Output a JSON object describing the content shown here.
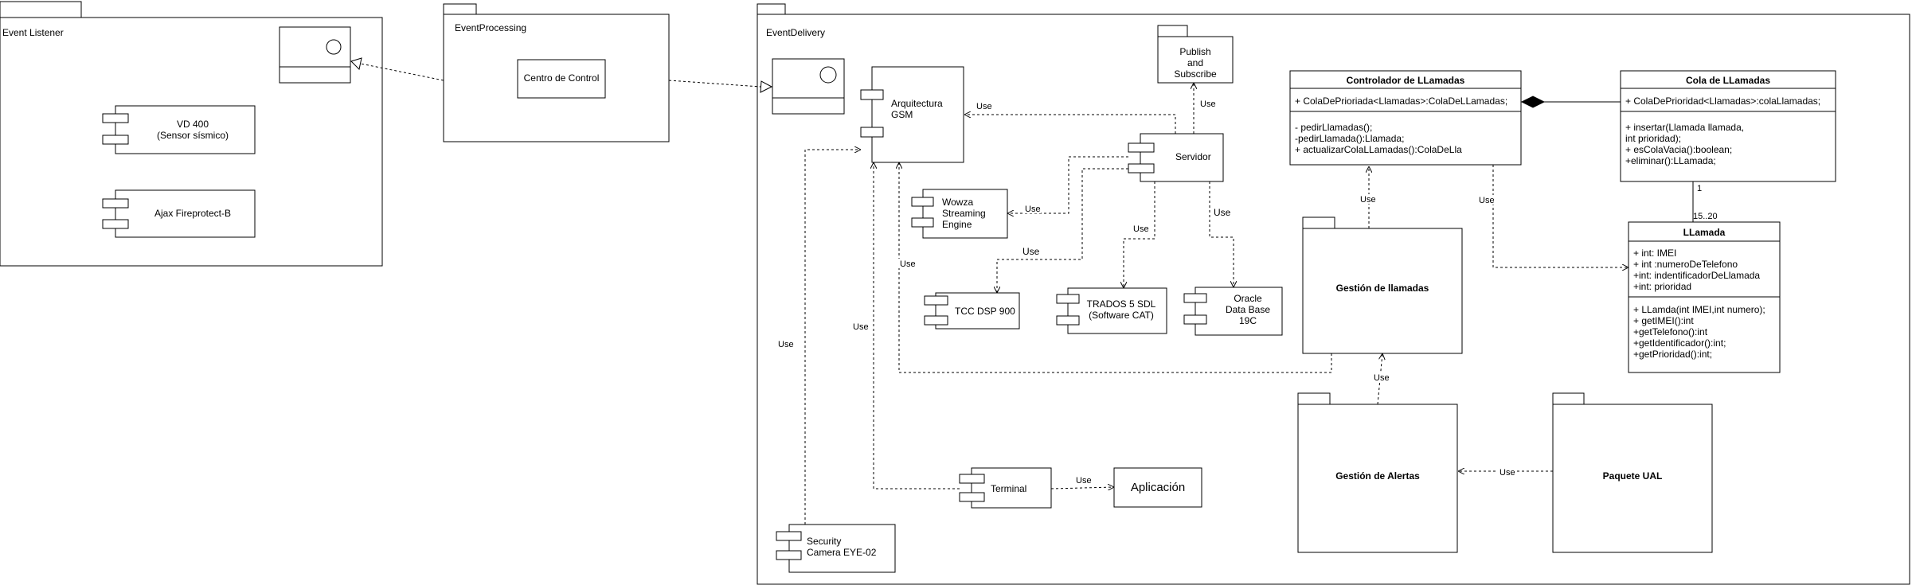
{
  "packages": {
    "event_listener": "Event Listener",
    "event_processing": "EventProcessing",
    "event_delivery": "EventDelivery",
    "publish_subscribe": [
      "Publish",
      "and",
      "Subscribe"
    ],
    "gestion_llamadas": "Gestión de llamadas",
    "gestion_alertas": "Gestión de Alertas",
    "paquete_ual": "Paquete UAL"
  },
  "components": {
    "vd400": [
      "VD 400",
      "(Sensor sísmico)"
    ],
    "ajax": "Ajax Fireprotect-B",
    "centro_control": "Centro de Control",
    "arquitectura_gsm": [
      "Arquitectura",
      "GSM"
    ],
    "servidor": "Servidor",
    "wowza": [
      "Wowza",
      "Streaming",
      "Engine"
    ],
    "tcc": "TCC DSP 900",
    "trados": [
      "TRADOS 5 SDL",
      "(Software CAT)"
    ],
    "oracle": [
      "Oracle",
      "Data Base",
      "19C"
    ],
    "terminal": "Terminal",
    "aplicacion": "Aplicación",
    "security_camera": [
      "Security",
      "Camera EYE-02"
    ]
  },
  "classes": {
    "controlador": {
      "name": "Controlador de LLamadas",
      "attributes": [
        "+ ColaDePrioriada<Llamadas>:ColaDeLLamadas;"
      ],
      "methods": [
        "- pedirLlamadas();",
        "-pedirLlamada():Llamada;",
        "+ actualizarColaLLamadas():ColaDeLla"
      ]
    },
    "cola": {
      "name": "Cola de LLamadas",
      "attributes": [
        "+ ColaDePrioridad<Llamadas>:colaLlamadas;"
      ],
      "methods": [
        "+ insertar(Llamada llamada,",
        "int prioridad);",
        "+ esColaVacia():boolean;",
        "+eliminar():LLamada;"
      ]
    },
    "llamada": {
      "name": "LLamada",
      "attributes": [
        "+ int: IMEI",
        "+ int :numeroDeTelefono",
        "+int: indentificadorDeLlamada",
        "+int: prioridad"
      ],
      "methods": [
        "+ LLamda(int IMEI,int numero);",
        "+ getIMEI():int",
        "+getTelefono():int",
        "+getIdentificador():int;",
        "+getPrioridad():int;"
      ]
    }
  },
  "relations": {
    "use": "Use",
    "mult_one": "1",
    "mult_many": "15..20"
  }
}
